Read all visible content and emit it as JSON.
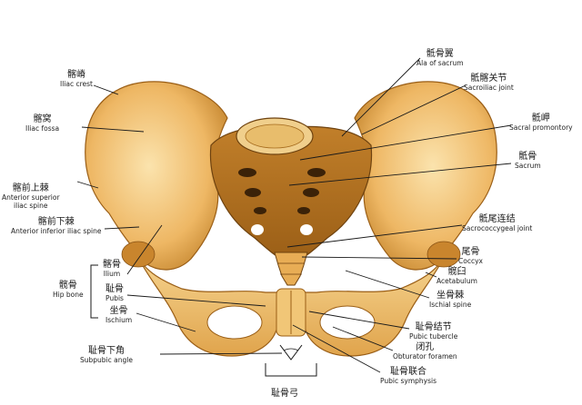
{
  "labels": {
    "iliac_crest": {
      "zh": "髂嵴",
      "en": "Iliac crest"
    },
    "iliac_fossa": {
      "zh": "髂窝",
      "en": "Iliac fossa"
    },
    "asis": {
      "zh": "髂前上棘",
      "en": "Anterior superior\niliac spine"
    },
    "aiis": {
      "zh": "髂前下棘",
      "en": "Anterior inferior iliac spine"
    },
    "ilium": {
      "zh": "髂骨",
      "en": "Ilium"
    },
    "hip_bone": {
      "zh": "髋骨",
      "en": "Hip bone"
    },
    "pubis": {
      "zh": "耻骨",
      "en": "Pubis"
    },
    "ischium": {
      "zh": "坐骨",
      "en": "Ischium"
    },
    "subpubic_angle": {
      "zh": "耻骨下角",
      "en": "Subpubic angle"
    },
    "pubic_arch": {
      "zh": "耻骨弓",
      "en": ""
    },
    "ala_of_sacrum": {
      "zh": "骶骨翼",
      "en": "Ala of sacrum"
    },
    "sacroiliac_joint": {
      "zh": "骶髂关节",
      "en": "Sacroiliac joint"
    },
    "sacral_promontory": {
      "zh": "骶岬",
      "en": "Sacral promontory"
    },
    "sacrum": {
      "zh": "骶骨",
      "en": "Sacrum"
    },
    "sacrococcygeal_joint": {
      "zh": "骶尾连结",
      "en": "Sacrococcygeal joint"
    },
    "coccyx": {
      "zh": "尾骨",
      "en": "Coccyx"
    },
    "acetabulum": {
      "zh": "髋臼",
      "en": "Acetabulum"
    },
    "ischial_spine": {
      "zh": "坐骨棘",
      "en": "Ischial spine"
    },
    "pubic_tubercle": {
      "zh": "耻骨结节",
      "en": "Pubic tubercle"
    },
    "obturator_foramen": {
      "zh": "闭孔",
      "en": "Obturator foramen"
    },
    "pubic_symphysis": {
      "zh": "耻骨联合",
      "en": "Pubic symphysis"
    }
  },
  "colors": {
    "bone_light": "#f7d99a",
    "bone_mid": "#e8ad55",
    "bone_dark": "#b0701f",
    "bone_shadow": "#7a4a12",
    "leader": "#1a1a1a"
  }
}
